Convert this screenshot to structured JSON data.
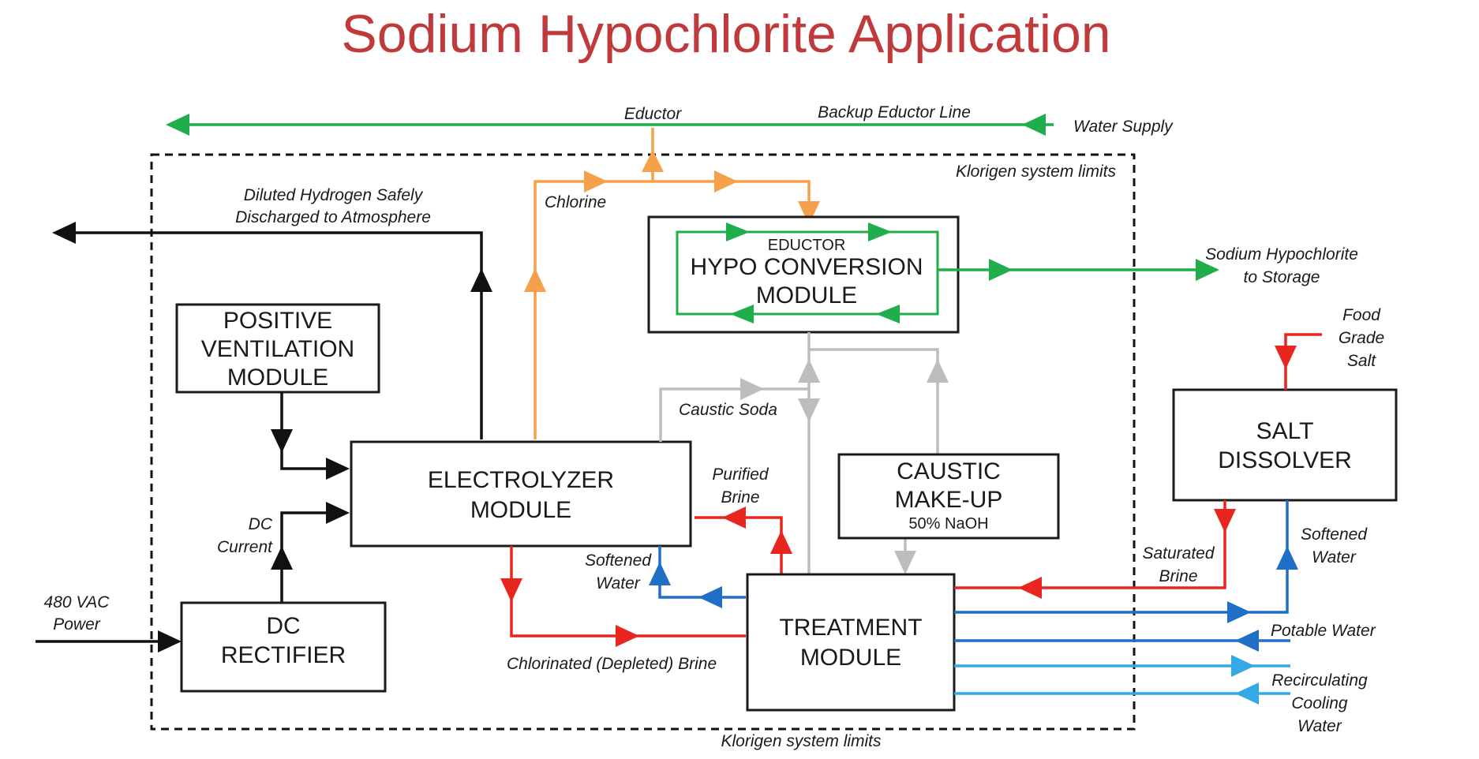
{
  "title": "Sodium Hypochlorite Application",
  "system_limits_label": "Klorigen system limits",
  "modules": {
    "positive_ventilation": [
      "POSITIVE",
      "VENTILATION",
      "MODULE"
    ],
    "electrolyzer": [
      "ELECTROLYZER",
      "MODULE"
    ],
    "dc_rectifier": [
      "DC",
      "RECTIFIER"
    ],
    "hypo_conversion": {
      "tag": "EDUCTOR",
      "lines": [
        "HYPO CONVERSION",
        "MODULE"
      ]
    },
    "caustic_makeup": {
      "lines": [
        "CAUSTIC",
        "MAKE-UP"
      ],
      "sub": "50% NaOH"
    },
    "treatment": [
      "TREATMENT",
      "MODULE"
    ],
    "salt_dissolver": [
      "SALT",
      "DISSOLVER"
    ]
  },
  "flow_labels": {
    "eductor": "Eductor",
    "backup_eductor_line": "Backup Eductor Line",
    "water_supply": "Water Supply",
    "diluted_hydrogen": [
      "Diluted Hydrogen Safely",
      "Discharged to Atmosphere"
    ],
    "chlorine": "Chlorine",
    "sodium_hypochlorite": [
      "Sodium Hypochlorite",
      "to Storage"
    ],
    "food_grade_salt": [
      "Food",
      "Grade",
      "Salt"
    ],
    "caustic_soda": "Caustic Soda",
    "purified_brine": [
      "Purified",
      "Brine"
    ],
    "dc_current": [
      "DC",
      "Current"
    ],
    "softened_water_left": [
      "Softened",
      "Water"
    ],
    "saturated_brine": [
      "Saturated",
      "Brine"
    ],
    "softened_water_right": [
      "Softened",
      "Water"
    ],
    "power_480vac": [
      "480 VAC",
      "Power"
    ],
    "potable_water": "Potable Water",
    "chlorinated_brine": "Chlorinated (Depleted) Brine",
    "recirculating_cooling_water": [
      "Recirculating",
      "Cooling",
      "Water"
    ]
  },
  "colors": {
    "title": "#c0393b",
    "chlorine": "#f5a04a",
    "hypochlorite_water": "#1fae4b",
    "brine": "#e8261f",
    "softened_water": "#1f6fc7",
    "cooling_water": "#35a9e6",
    "caustic": "#bdbdbd",
    "hydrogen_power": "#111111"
  }
}
